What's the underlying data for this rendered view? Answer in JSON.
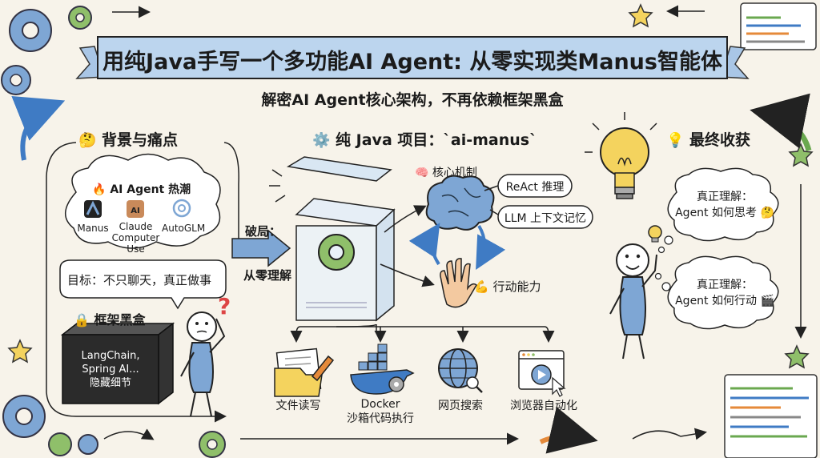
{
  "title": "用纯Java手写一个多功能AI Agent: 从零实现类Manus智能体",
  "subtitle": "解密AI Agent核心架构，不再依赖框架黑盒",
  "left": {
    "heading": "背景与痛点",
    "heading_icon": "thinking-face",
    "trend_title": "AI Agent 热潮",
    "trend_icon": "fire",
    "products": [
      {
        "name": "Manus"
      },
      {
        "name": "Claude Computer Use"
      },
      {
        "name": "AutoGLM"
      }
    ],
    "goal": "目标：不只聊天，真正做事",
    "blackbox_title": "框架黑盒",
    "blackbox_icon": "lock",
    "blackbox_line1": "LangChain,",
    "blackbox_line2": "Spring AI...",
    "blackbox_line3": "隐藏细节",
    "question_mark": "?"
  },
  "breakthrough_1": "破局：",
  "breakthrough_2": "从零理解",
  "center": {
    "heading": "纯 Java 项目：`ai-manus`",
    "heading_icon": "gear",
    "core_title": "核心机制",
    "core_icon": "brain",
    "react": "ReAct 推理",
    "llm": "LLM 上下文记忆",
    "action": "行动能力",
    "action_icon": "flexed-biceps",
    "tools": [
      {
        "label": "文件读写",
        "icon": "folder-pencil-icon"
      },
      {
        "label": "Docker\n沙箱代码执行",
        "icon": "docker-whale-icon"
      },
      {
        "label": "网页搜索",
        "icon": "globe-search-icon"
      },
      {
        "label": "浏览器自动化",
        "icon": "browser-play-icon"
      }
    ]
  },
  "right": {
    "heading": "最终收获",
    "heading_icon": "light-bulb",
    "bubble1_line1": "真正理解：",
    "bubble1_line2": "Agent 如何思考",
    "bubble1_icon": "thinking-face",
    "bubble2_line1": "真正理解：",
    "bubble2_line2": "Agent 如何行动",
    "bubble2_icon": "clapper-board"
  },
  "colors": {
    "banner": "#bcd5ee",
    "accent_blue": "#3f7bc4",
    "orange": "#e58a3a",
    "gear_blue": "#7ea6d4",
    "gear_green": "#8fbf6a",
    "yellow": "#f4d35e"
  }
}
